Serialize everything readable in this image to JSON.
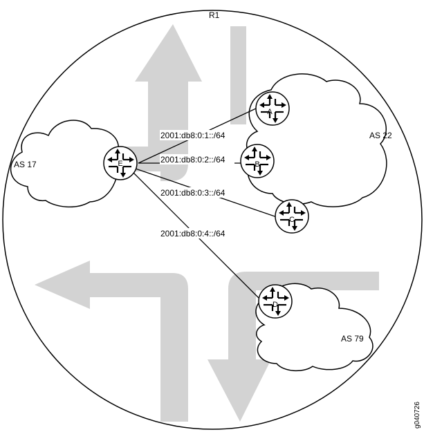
{
  "region": {
    "label": "R1"
  },
  "clouds": [
    {
      "id": "as17",
      "label": "AS 17"
    },
    {
      "id": "as22",
      "label": "AS 22"
    },
    {
      "id": "as79",
      "label": "AS 79"
    }
  ],
  "routers": [
    {
      "id": "A",
      "label": "A"
    },
    {
      "id": "B",
      "label": "B"
    },
    {
      "id": "C",
      "label": "C"
    },
    {
      "id": "D",
      "label": "D"
    },
    {
      "id": "E",
      "label": "E"
    }
  ],
  "links": [
    {
      "from": "E",
      "to": "A",
      "subnet": "2001:db8:0:1::/64"
    },
    {
      "from": "E",
      "to": "B",
      "subnet": "2001:db8:0:2::/64"
    },
    {
      "from": "E",
      "to": "C",
      "subnet": "2001:db8:0:3::/64"
    },
    {
      "from": "E",
      "to": "D",
      "subnet": "2001:db8:0:4::/64"
    }
  ],
  "figure_id": "g040726",
  "colors": {
    "arrow": "#d3d3d3",
    "stroke": "#000000"
  }
}
